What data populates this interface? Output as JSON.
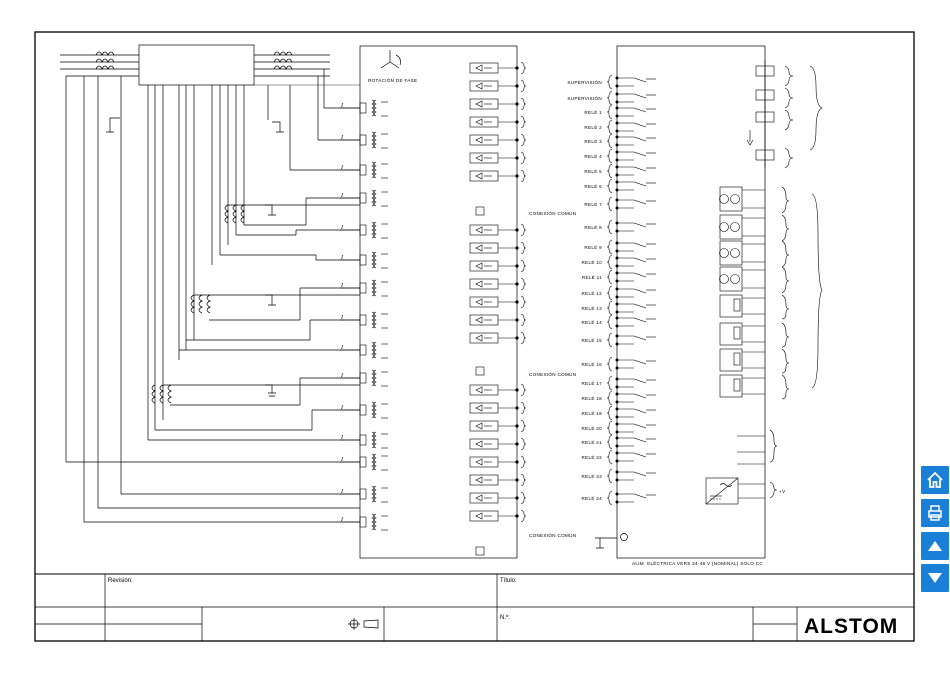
{
  "diagram": {
    "phase_rotation_label": "ROTACIÓN DE FASE",
    "common_connection_label_1": "CONEXIÓN COMÚN",
    "common_connection_label_2": "CONEXIÓN COMÚN",
    "common_connection_label_3": "CONEXIÓN COMÚN",
    "power_supply_label": "ALIM. ELÉCTRICA VERS 24-48 V (NOMINAL) SOLO CC",
    "relay_labels": [
      "SUPERVISIÓN",
      "SUPERVISIÓN",
      "RELÉ 1",
      "RELÉ 2",
      "RELÉ 3",
      "RELÉ 4",
      "RELÉ 5",
      "RELÉ 6",
      "RELÉ 7",
      "RELÉ 8",
      "RELÉ 9",
      "RELÉ 10",
      "RELÉ 11",
      "RELÉ 12",
      "RELÉ 13",
      "RELÉ 14",
      "RELÉ 15",
      "RELÉ 16",
      "RELÉ 17",
      "RELÉ 18",
      "RELÉ 19",
      "RELÉ 20",
      "RELÉ 21",
      "RELÉ 22",
      "RELÉ 23",
      "RELÉ 24"
    ],
    "supply_voltage_symbol": "+V"
  },
  "title_block": {
    "revision_label": "Revisión:",
    "title_label": "Título:",
    "number_label": "N.º:",
    "brand": "ALSTOM"
  },
  "nav": {
    "icons": [
      "home-icon",
      "print-icon",
      "arrow-up-icon",
      "arrow-down-icon"
    ]
  }
}
